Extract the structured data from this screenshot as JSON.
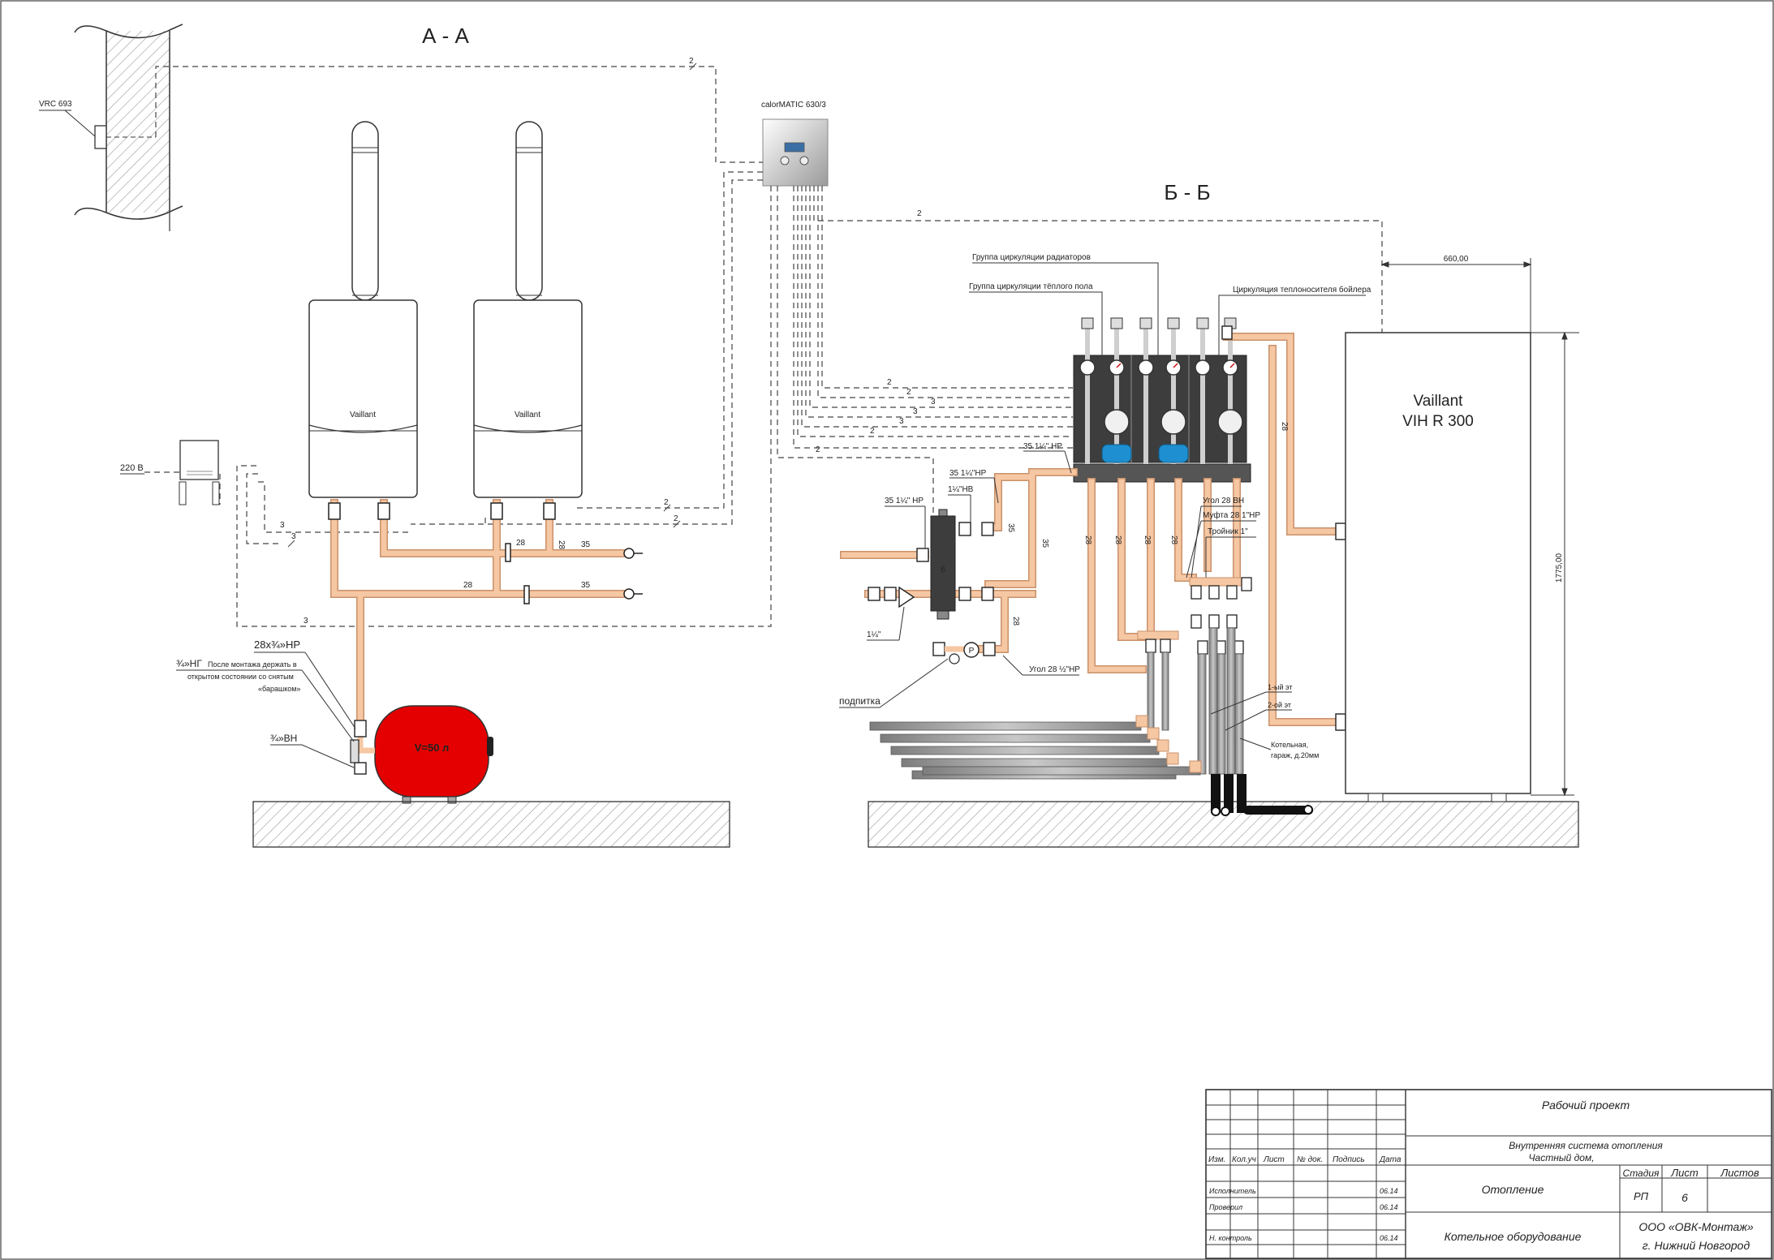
{
  "sections": {
    "aa": "А - А",
    "bb": "Б - Б"
  },
  "left": {
    "thermostat": "VRC 693",
    "controller": "calorMATIC 630/3",
    "voltage": "220 В",
    "tank": "V=50 л",
    "fitting_28": "28х¾»НР",
    "fitting_ng": "¾»НГ",
    "fitting_note": [
      "После монтажа держать в",
      "открытом состоянии со снятым",
      "«барашком»"
    ],
    "fitting_vn": "¾»ВН",
    "brand": "Vaillant",
    "pipe_labels": {
      "p28a": "28",
      "p35a": "35",
      "p28b": "28",
      "p35b": "35",
      "p28v": "28"
    },
    "cable_labels": {
      "c2a": "2",
      "c2b": "2",
      "c2c": "2",
      "c3a": "3",
      "c3b": "3",
      "c3c": "3"
    }
  },
  "right": {
    "group_radiators": "Группа циркуляции радиаторов",
    "group_floor": "Группа циркуляции тёплого пола",
    "group_boiler": "Циркуляция теплоносителя бойлера",
    "boiler_brand": "Vaillant",
    "boiler_model": "VIH R 300",
    "dim_width": "660,00",
    "dim_height": "1775,00",
    "hydro": "6",
    "pump_p": "P",
    "label_35_14a": "35 1¼\" НР",
    "label_35_14b": "35 1¼\"НР",
    "label_14nv": "1¼\"НВ",
    "label_35_14c": "35 1¼\" НР",
    "label_114": "1¼\"",
    "label_podpitka": "подпитка",
    "label_ugol_28_12": "Угол 28 ½\"НР",
    "label_ugol_28": "Угол 28 ВН",
    "label_mufta": "Муфта 28 1\"НР",
    "label_troinik": "Тройник 1\"",
    "label_floor1": "1-ый эт",
    "label_floor2": "2-ой эт",
    "label_kotel1": "Котельная,",
    "label_kotel2": "гараж, д.20мм",
    "pipe_labels": {
      "v28a": "28",
      "v28b": "28",
      "v28c": "28",
      "v28d": "28",
      "v35a": "35",
      "v35b": "35",
      "v28e": "28",
      "v28f": "28"
    },
    "cable_labels": {
      "r2a": "2",
      "r2b": "2",
      "r2c": "2",
      "r3a": "3",
      "r3b": "3",
      "r3c": "3",
      "r2d": "2",
      "r2e": "2"
    }
  },
  "title_block": {
    "headers": [
      "Изм.",
      "Кол.уч",
      "Лист",
      "№ док.",
      "Подпись",
      "Дата"
    ],
    "rows": [
      {
        "role": "Исполнитель",
        "date": "06.14"
      },
      {
        "role": "Проверил",
        "date": "06.14"
      },
      {
        "role": "Н. контроль",
        "date": "06.14"
      }
    ],
    "project": "Рабочий проект",
    "system": "Внутренняя система отопления",
    "object": "Частный дом,",
    "section": "Отопление",
    "drawing": "Котельное оборудование",
    "stage_h": "Стадия",
    "sheet_h": "Лист",
    "sheets_h": "Листов",
    "stage": "РП",
    "sheet": "6",
    "sheets": "",
    "company": "ООО «ОВК-Монтаж»",
    "city": "г. Нижний Новгород"
  },
  "colors": {
    "pipe": "#f6c7a3",
    "pipe_edge": "#c9916a",
    "tank": "#e40000",
    "pump": "#1e8fd0",
    "panel": "#3d3d3d",
    "line": "#333333"
  }
}
